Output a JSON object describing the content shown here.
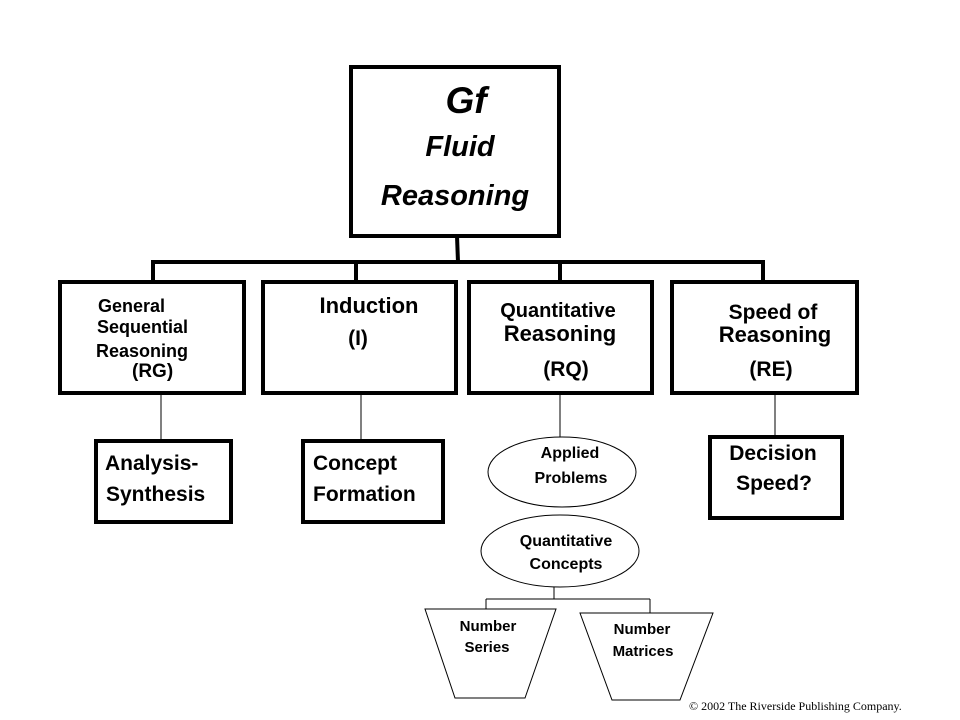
{
  "root": {
    "title": "Gf",
    "line1": "Fluid",
    "line2": "Reasoning"
  },
  "branches": [
    {
      "line1": "General",
      "line2": "Sequential",
      "line3": "Reasoning",
      "code": "(RG)"
    },
    {
      "line1": "Induction",
      "code": "(I)"
    },
    {
      "line1": "Quantitative",
      "line2": "Reasoning",
      "code": "(RQ)"
    },
    {
      "line1": "Speed of",
      "line2": "Reasoning",
      "code": "(RE)"
    }
  ],
  "tasks": {
    "analysis_synthesis": {
      "line1": "Analysis-",
      "line2": "Synthesis"
    },
    "concept_formation": {
      "line1": "Concept",
      "line2": "Formation"
    },
    "applied_problems": {
      "line1": "Applied",
      "line2": "Problems"
    },
    "quantitative_concepts": {
      "line1": "Quantitative",
      "line2": "Concepts"
    },
    "number_series": {
      "line1": "Number",
      "line2": "Series"
    },
    "number_matrices": {
      "line1": "Number",
      "line2": "Matrices"
    },
    "decision_speed": {
      "line1": "Decision",
      "line2": "Speed?"
    }
  },
  "copyright": "© 2002 The Riverside Publishing Company."
}
